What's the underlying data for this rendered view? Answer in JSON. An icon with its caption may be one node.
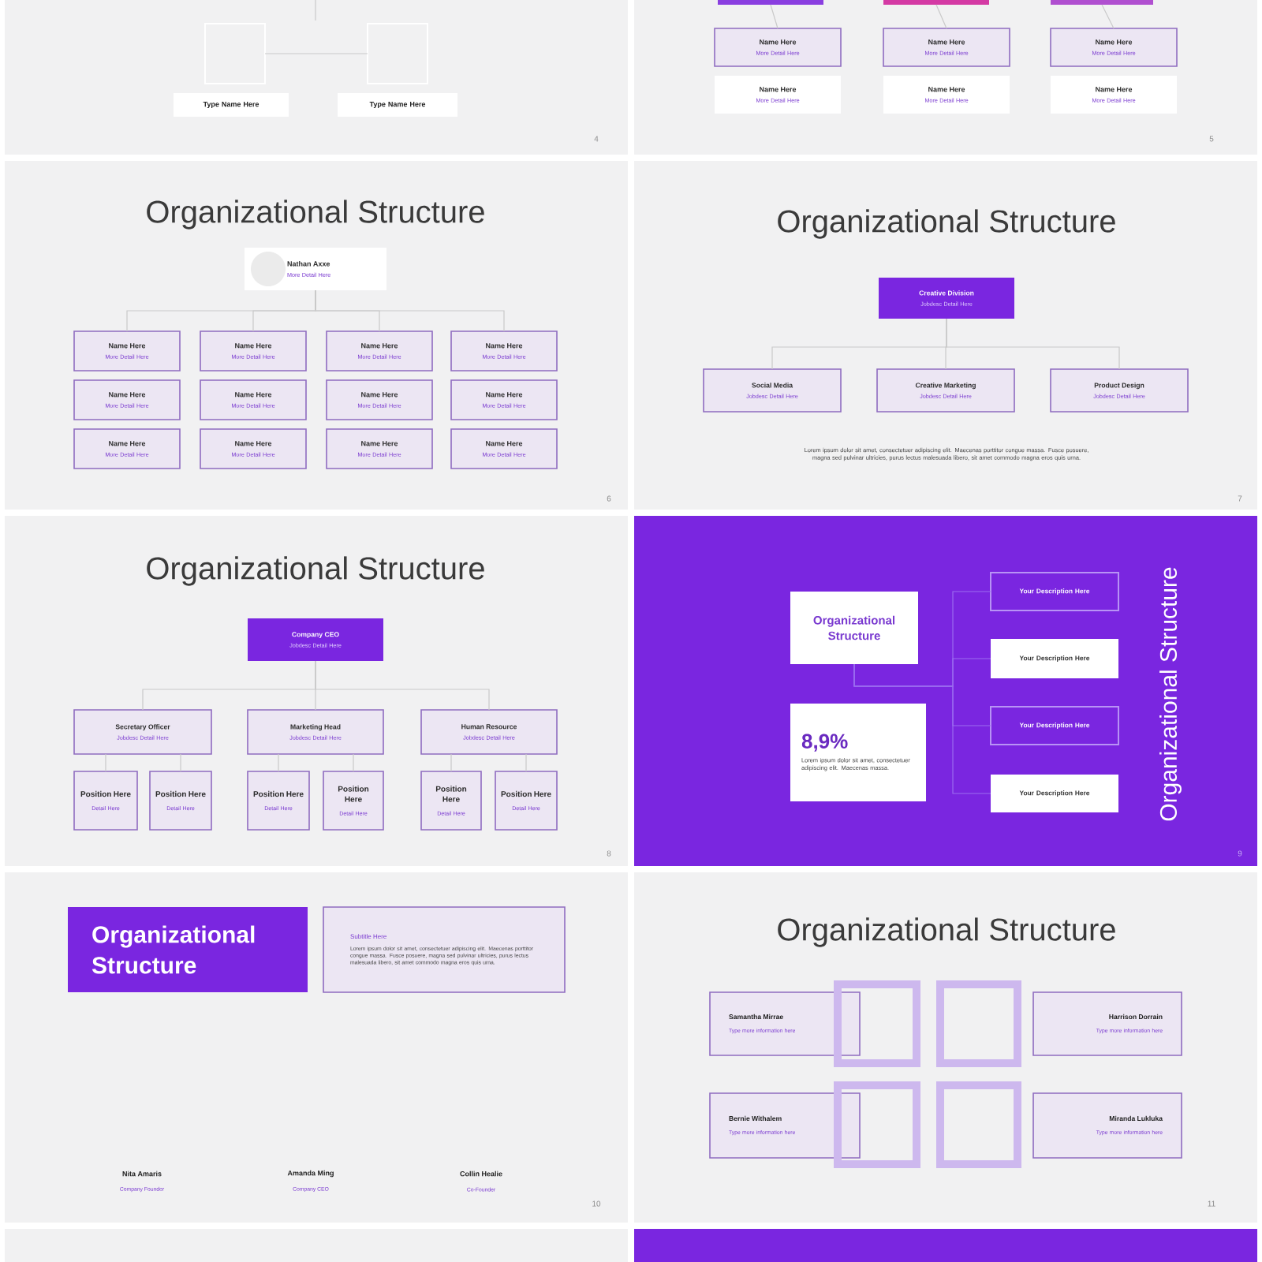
{
  "diagram": {
    "nodes": [
      {
        "text": [],
        "shape": "box"
      },
      {
        "text": [],
        "shape": "box"
      },
      {
        "text": [
          "Type Name Here"
        ]
      },
      {
        "text": [
          "Type Name Here"
        ]
      },
      {
        "text": [],
        "shape": "bar"
      },
      {
        "text": [],
        "shape": "bar"
      },
      {
        "text": [],
        "shape": "bar"
      },
      {
        "text": [
          "Name Here",
          "More Detail Here"
        ]
      },
      {
        "text": [
          "Name Here",
          "More Detail Here"
        ]
      },
      {
        "text": [
          "Name Here",
          "More Detail Here"
        ]
      },
      {
        "text": [
          "Name Here",
          "More Detail Here"
        ]
      },
      {
        "text": [
          "Name Here",
          "More Detail Here"
        ]
      },
      {
        "text": [
          "Name Here",
          "More Detail Here"
        ]
      },
      {
        "text": [
          "Nathan Axxe",
          "More Detail Here"
        ]
      },
      {
        "text": [
          "Name Here",
          "More Detail Here"
        ]
      },
      {
        "text": [
          "Name Here",
          "More Detail Here"
        ]
      },
      {
        "text": [
          "Name Here",
          "More Detail Here"
        ]
      },
      {
        "text": [
          "Name Here",
          "More Detail Here"
        ]
      },
      {
        "text": [
          "Name Here",
          "More Detail Here"
        ]
      },
      {
        "text": [
          "Name Here",
          "More Detail Here"
        ]
      },
      {
        "text": [
          "Name Here",
          "More Detail Here"
        ]
      },
      {
        "text": [
          "Name Here",
          "More Detail Here"
        ]
      },
      {
        "text": [
          "Name Here",
          "More Detail Here"
        ]
      },
      {
        "text": [
          "Name Here",
          "More Detail Here"
        ]
      },
      {
        "text": [
          "Name Here",
          "More Detail Here"
        ]
      },
      {
        "text": [
          "Name Here",
          "More Detail Here"
        ]
      },
      {
        "text": [
          "Creative Division",
          "Jobdesc Detail Here"
        ]
      },
      {
        "text": [
          "Social Media",
          "Jobdesc Detail Here"
        ]
      },
      {
        "text": [
          "Creative Marketing",
          "Jobdesc Detail Here"
        ]
      },
      {
        "text": [
          "Product Design",
          "Jobdesc Detail Here"
        ]
      },
      {
        "text": [
          "Company CEO",
          "Jobdesc Detail Here"
        ]
      },
      {
        "text": [
          "Secretary Officer",
          "Jobdesc Detail Here"
        ]
      },
      {
        "text": [
          "Marketing Head",
          "Jobdesc Detail Here"
        ]
      },
      {
        "text": [
          "Human Resource",
          "Jobdesc Detail Here"
        ]
      },
      {
        "text": [
          "Position Here",
          "Detail Here"
        ]
      },
      {
        "text": [
          "Position Here",
          "Detail Here"
        ]
      },
      {
        "text": [
          "Position Here",
          "Detail Here"
        ]
      },
      {
        "text": [
          "Position Here",
          "Detail Here"
        ]
      },
      {
        "text": [
          "Position Here",
          "Detail Here"
        ]
      },
      {
        "text": [
          "Position Here",
          "Detail Here"
        ]
      },
      {
        "text": [
          "Organizational Structure"
        ]
      },
      {
        "text": [
          "8,9%",
          "Lorem ipsum dolor sit amet, consectetuer adipiscing elit. Maecenas massa."
        ]
      },
      {
        "text": [
          "Your Description Here"
        ]
      },
      {
        "text": [
          "Your Description Here"
        ]
      },
      {
        "text": [
          "Your Description Here"
        ]
      },
      {
        "text": [
          "Your Description Here"
        ]
      },
      {
        "text": [
          "Organizational Structure"
        ]
      },
      {
        "text": [
          "Subtitle Here",
          "Lorem ipsum dolor sit amet, consectetuer adipiscing elit. Maecenas porttitor congue massa. Fusce posuere, magna sed pulvinar ultricies, purus lectus malesuada libero, sit amet commodo magna eros quis urna."
        ]
      },
      {
        "text": [
          "Samantha Mirrae",
          "Type more information here"
        ]
      },
      {
        "text": [
          "Harrison Dorrain",
          "Type more information here"
        ]
      },
      {
        "text": [
          "Bernie Withalem",
          "Type more information here"
        ]
      },
      {
        "text": [
          "Miranda Lukluka",
          "Type more information here"
        ]
      },
      {
        "text": [],
        "shape": "box"
      },
      {
        "text": [],
        "shape": "box"
      },
      {
        "text": [],
        "shape": "box"
      },
      {
        "text": [],
        "shape": "box"
      }
    ],
    "edges": [
      {
        "from": 0,
        "to": 1,
        "arrow": "none"
      },
      {
        "from": 4,
        "to": 7,
        "arrow": "none"
      },
      {
        "from": 5,
        "to": 8,
        "arrow": "none"
      },
      {
        "from": 6,
        "to": 9,
        "arrow": "none"
      },
      {
        "from": 13,
        "to": 14,
        "arrow": "none"
      },
      {
        "from": 13,
        "to": 15,
        "arrow": "none"
      },
      {
        "from": 13,
        "to": 16,
        "arrow": "none"
      },
      {
        "from": 13,
        "to": 17,
        "arrow": "none"
      },
      {
        "from": 26,
        "to": 27,
        "arrow": "none"
      },
      {
        "from": 26,
        "to": 28,
        "arrow": "none"
      },
      {
        "from": 26,
        "to": 29,
        "arrow": "none"
      },
      {
        "from": 30,
        "to": 31,
        "arrow": "none"
      },
      {
        "from": 30,
        "to": 32,
        "arrow": "none"
      },
      {
        "from": 30,
        "to": 33,
        "arrow": "none"
      },
      {
        "from": 31,
        "to": 34,
        "arrow": "none"
      },
      {
        "from": 31,
        "to": 35,
        "arrow": "none"
      },
      {
        "from": 32,
        "to": 36,
        "arrow": "none"
      },
      {
        "from": 32,
        "to": 37,
        "arrow": "none"
      },
      {
        "from": 33,
        "to": 38,
        "arrow": "none"
      },
      {
        "from": 33,
        "to": 39,
        "arrow": "none"
      },
      {
        "from": 40,
        "to": 42,
        "arrow": "none",
        "color": "#9b6cf0"
      },
      {
        "from": 40,
        "to": 43,
        "arrow": "none",
        "color": "#9b6cf0"
      },
      {
        "from": 40,
        "to": 44,
        "arrow": "none",
        "color": "#9b6cf0"
      },
      {
        "from": 40,
        "to": 45,
        "arrow": "none",
        "color": "#9b6cf0"
      }
    ],
    "labels": [
      "4",
      "5",
      "Organizational Structure",
      "6",
      "Organizational Structure",
      "Lorem ipsum dolor sit amet, consectetuer adipiscing elit. Maecenas porttitor congue massa. Fusce posuere, magna sed pulvinar ultricies, purus lectus malesuada libero, sit amet commodo magna eros quis urna.",
      "7",
      "Organizational Structure",
      "8",
      "Organizational Structure",
      "9",
      "Nita Amaris",
      "Company Founder",
      "Amanda Ming",
      "Company CEO",
      "Collin Healie",
      "Co-Founder",
      "10",
      "Organizational Structure",
      "11"
    ]
  }
}
